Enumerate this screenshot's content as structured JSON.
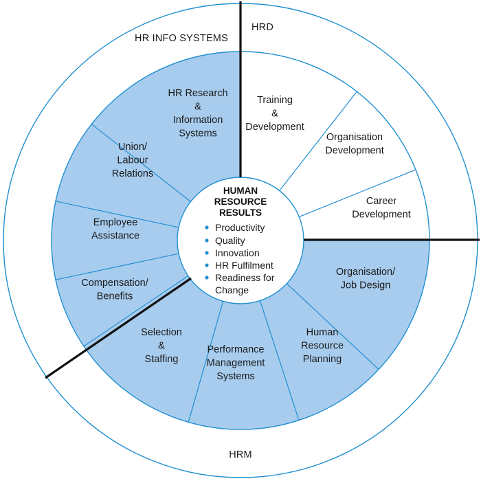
{
  "colors": {
    "segment_fill": "#a8ccee",
    "segment_line": "#1f8fd1",
    "bullet": "#1f8fd1",
    "divider": "#111111"
  },
  "outer_regions": {
    "hr_info_systems": "HR INFO SYSTEMS",
    "hrd": "HRD",
    "hrm": "HRM"
  },
  "center": {
    "title_lines": [
      "HUMAN",
      "RESOURCE",
      "RESULTS"
    ],
    "items": [
      "Productivity",
      "Quality",
      "Innovation",
      "HR Fulfilment",
      "Readiness for",
      "Change"
    ]
  },
  "segments": [
    {
      "id": "training",
      "lines": [
        "Training",
        "&",
        "Development"
      ],
      "shaded": false
    },
    {
      "id": "org-dev",
      "lines": [
        "Organisation",
        "Development"
      ],
      "shaded": false
    },
    {
      "id": "career",
      "lines": [
        "Career",
        "Development"
      ],
      "shaded": false
    },
    {
      "id": "org-job-design",
      "lines": [
        "Organisation/",
        "Job Design"
      ],
      "shaded": true
    },
    {
      "id": "hr-planning",
      "lines": [
        "Human",
        "Resource",
        "Planning"
      ],
      "shaded": true
    },
    {
      "id": "performance",
      "lines": [
        "Performance",
        "Management",
        "Systems"
      ],
      "shaded": true
    },
    {
      "id": "selection",
      "lines": [
        "Selection",
        "&",
        "Staffing"
      ],
      "shaded": true
    },
    {
      "id": "compensation",
      "lines": [
        "Compensation/",
        "Benefits"
      ],
      "shaded": true
    },
    {
      "id": "employee-assist",
      "lines": [
        "Employee",
        "Assistance"
      ],
      "shaded": true
    },
    {
      "id": "union",
      "lines": [
        "Union/",
        "Labour",
        "Relations"
      ],
      "shaded": true
    },
    {
      "id": "hr-research",
      "lines": [
        "HR Research",
        "&",
        "Information",
        "Systems"
      ],
      "shaded": true
    }
  ]
}
